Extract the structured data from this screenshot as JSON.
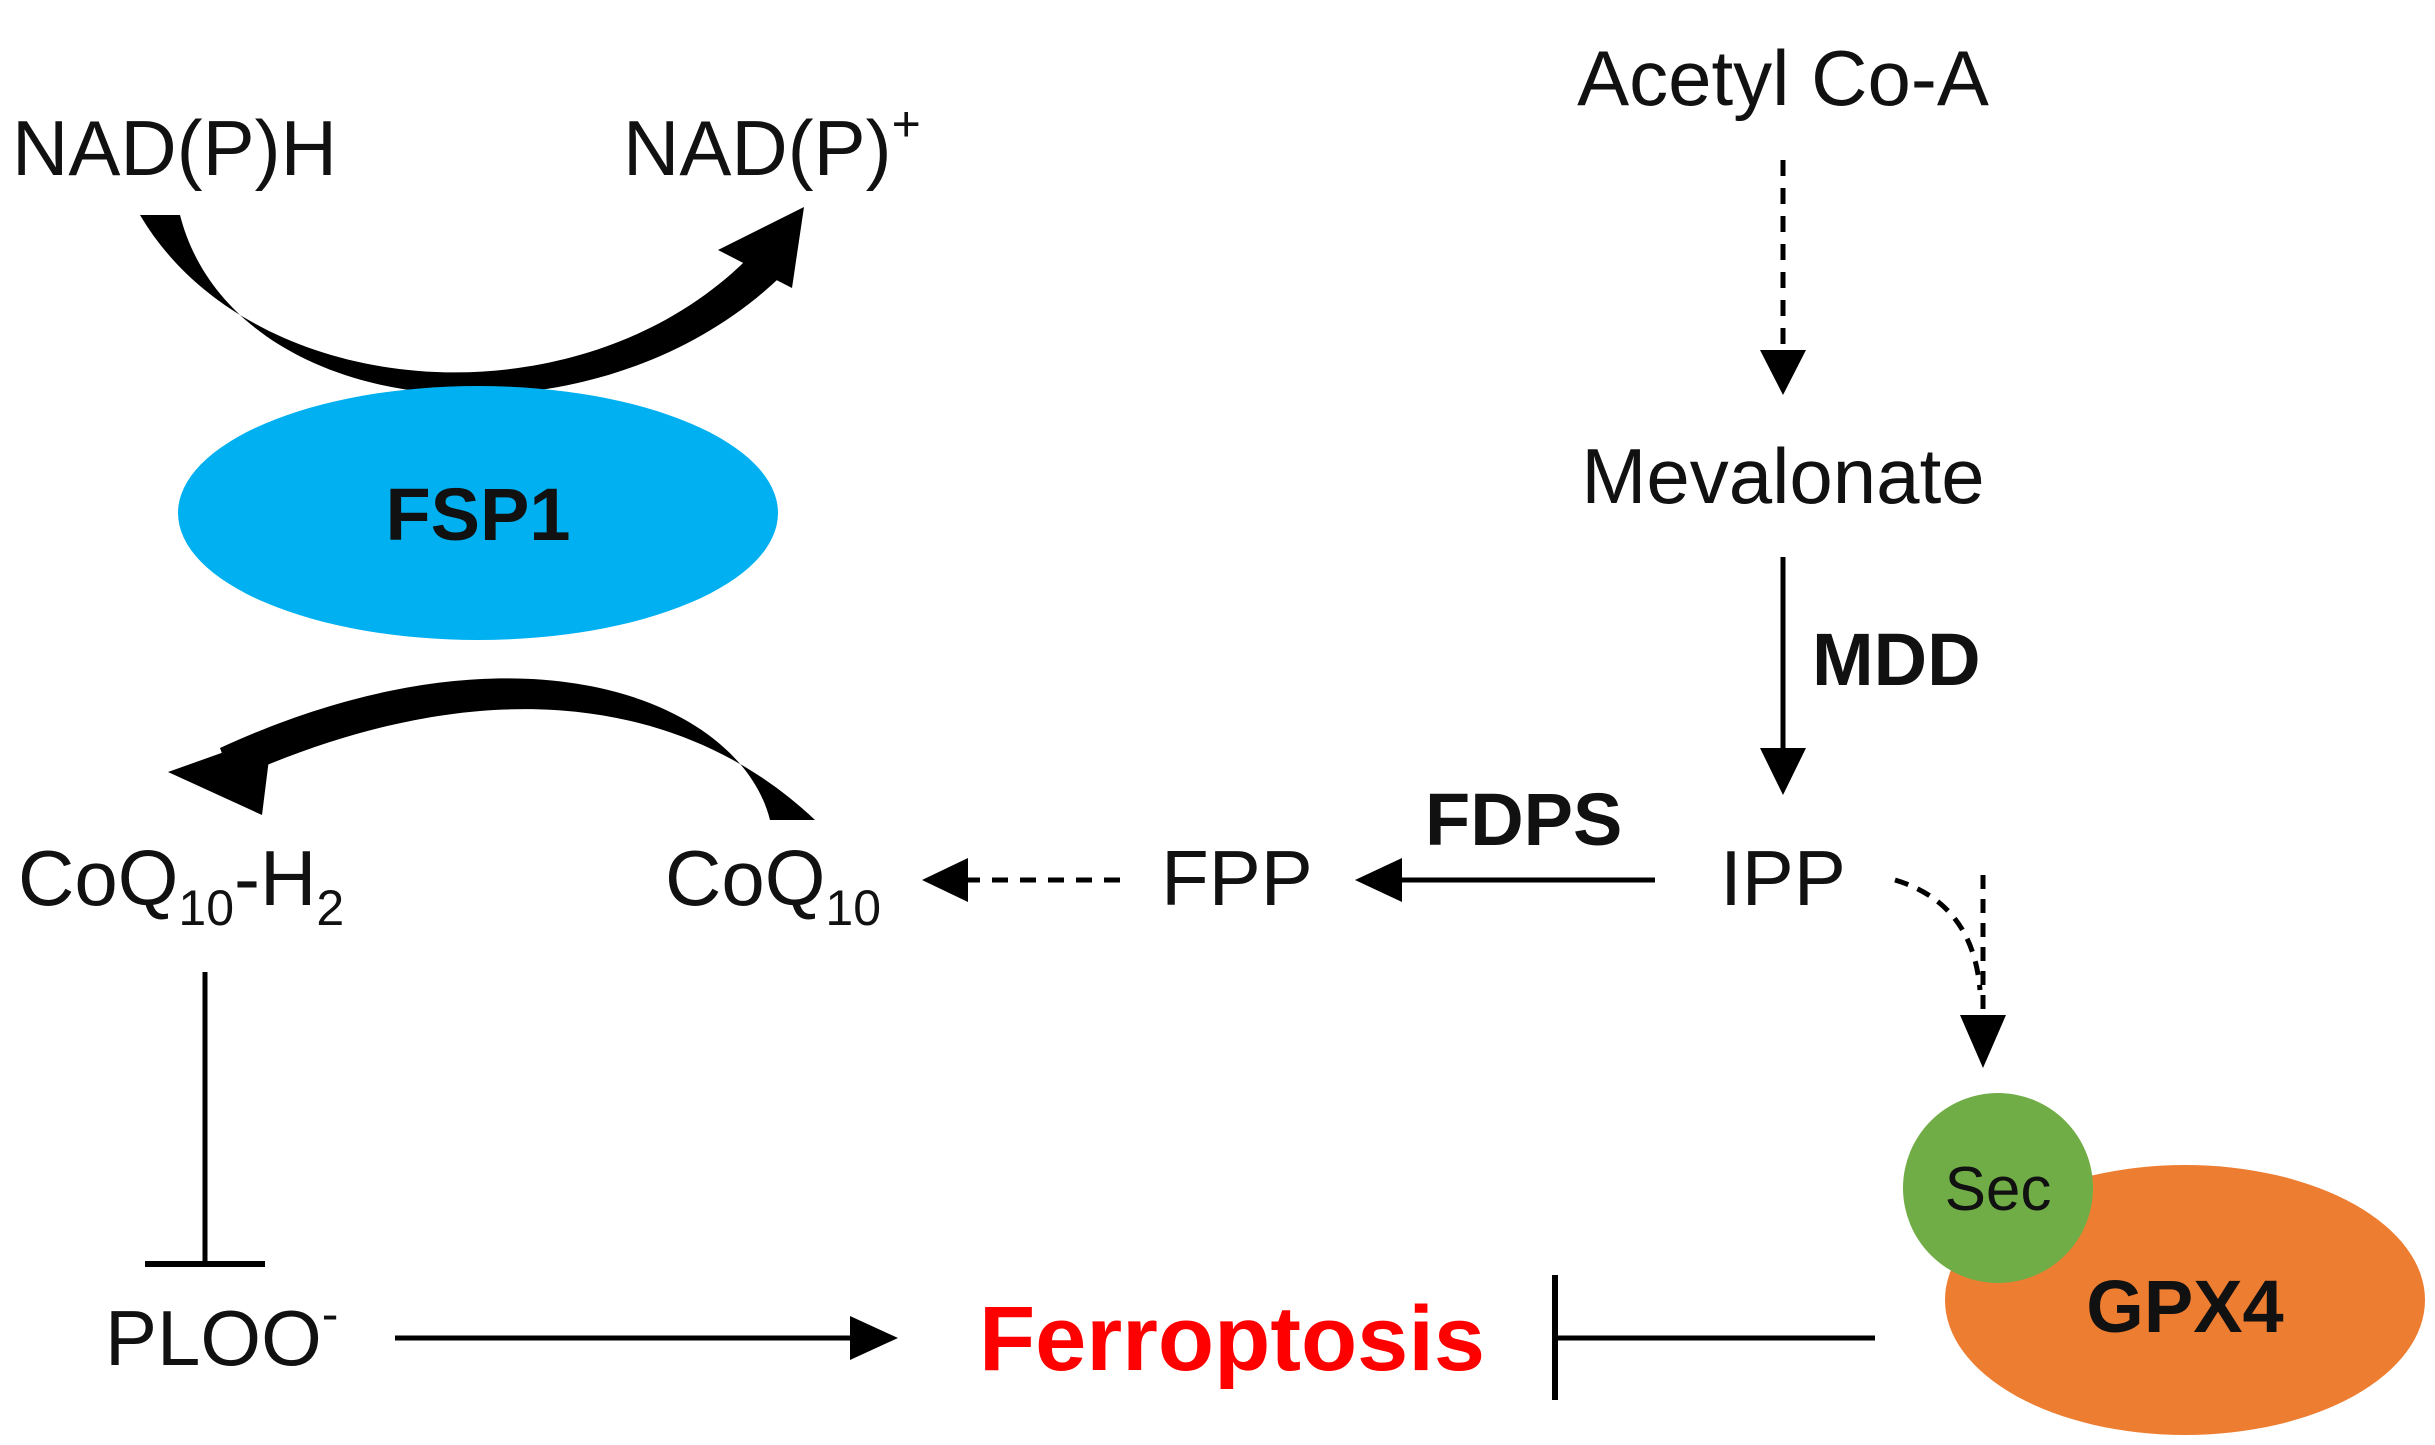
{
  "colors": {
    "fsp1": "#00b0f0",
    "gpx4": "#ed7d31",
    "sec": "#70ad47",
    "ferroptosis": "#ff0000",
    "ink": "#000000"
  },
  "nodes": {
    "nadph": "NAD(P)H",
    "nadp_base": "NAD(P)",
    "nadp_sup": "+",
    "acetyl_coa": "Acetyl Co-A",
    "mevalonate": "Mevalonate",
    "ipp": "IPP",
    "fpp": "FPP",
    "coq10_base": "CoQ",
    "coq10_sub": "10",
    "coq10h2_base": "CoQ",
    "coq10h2_sub": "10",
    "coq10h2_suffix": "-H",
    "coq10h2_sub2": "2",
    "ploo_base": "PLOO",
    "ploo_sup": "-",
    "ferroptosis": "Ferroptosis"
  },
  "enzymes": {
    "fsp1": "FSP1",
    "mdd": "MDD",
    "fdps": "FDPS",
    "gpx4": "GPX4",
    "sec": "Sec"
  }
}
